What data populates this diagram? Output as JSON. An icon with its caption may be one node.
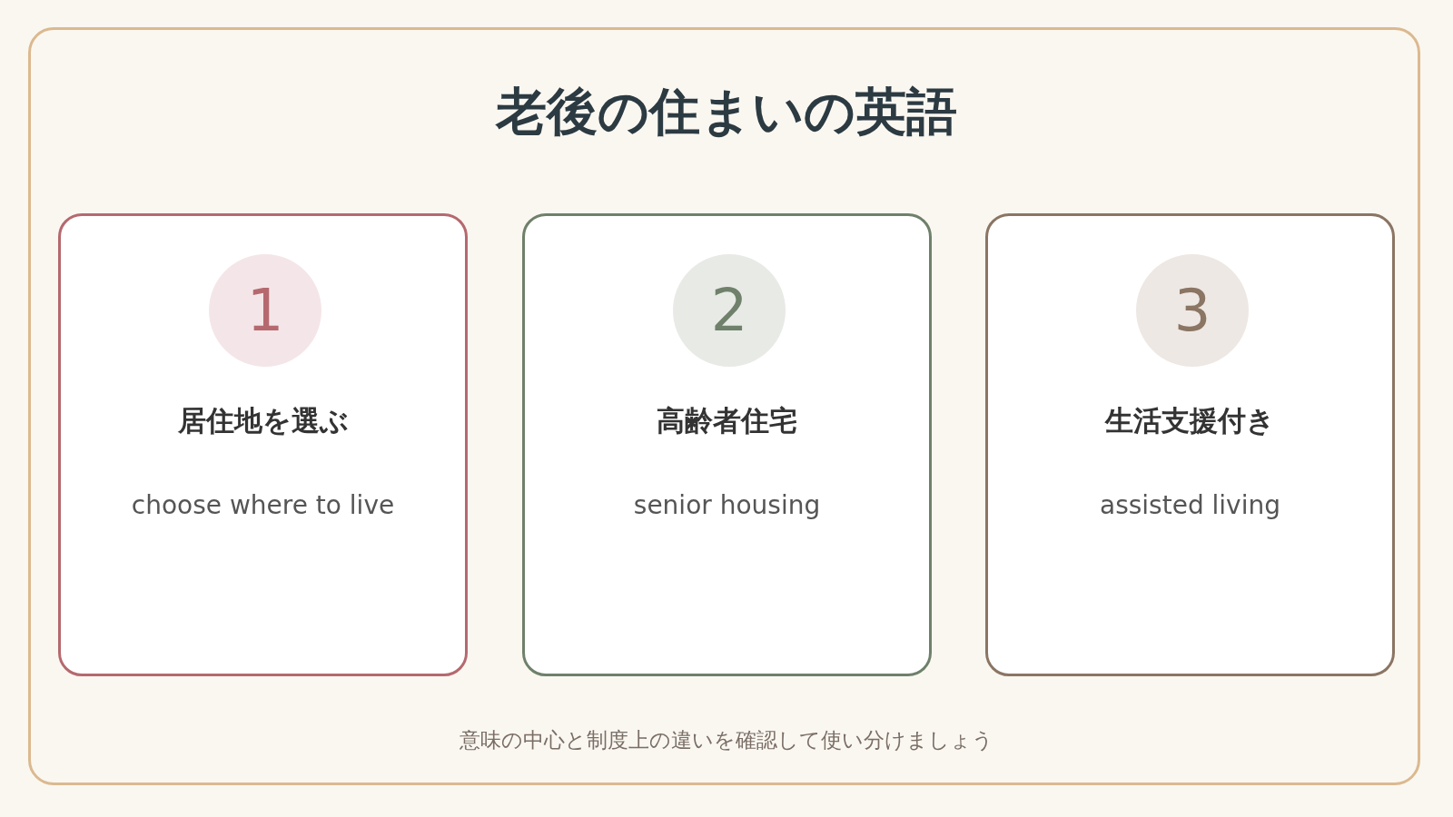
{
  "diagram": {
    "title": "老後の住まいの英語",
    "caption": "意味の中心と制度上の違いを確認して使い分けましょう",
    "nodes": [
      {
        "text": [
          "居住地を選ぶ",
          "choose where to live"
        ]
      },
      {
        "text": [
          "1"
        ],
        "in": 0
      },
      {
        "text": [
          "高齢者住宅",
          "senior housing"
        ]
      },
      {
        "text": [
          "2"
        ],
        "in": 2
      },
      {
        "text": [
          "生活支援付き",
          "assisted living"
        ]
      },
      {
        "text": [
          "3"
        ],
        "in": 4
      }
    ]
  }
}
